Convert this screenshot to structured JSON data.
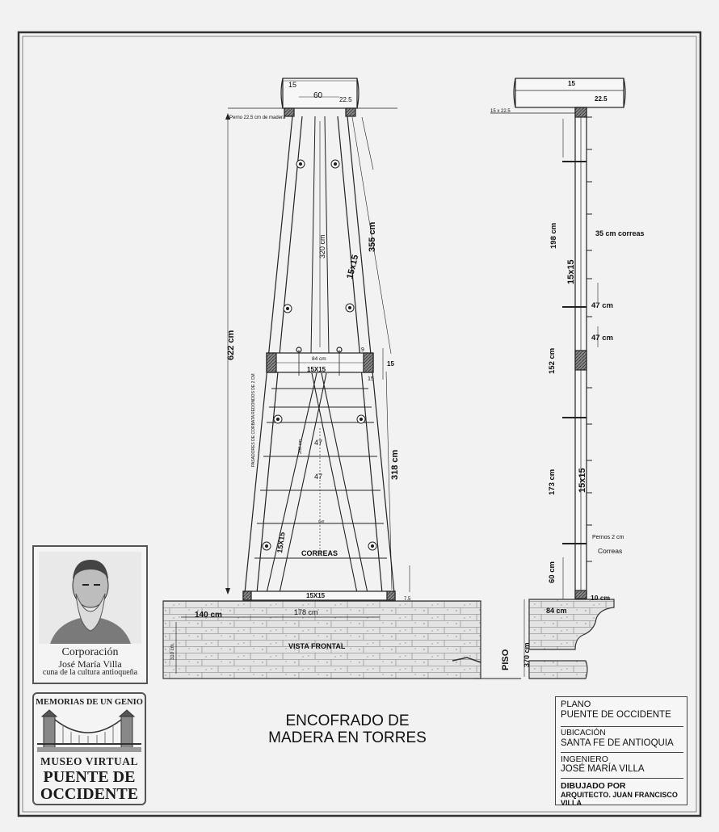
{
  "title": {
    "line1": "ENCOFRADO DE",
    "line2": "MADERA EN TORRES"
  },
  "title_block": {
    "plano_label": "PLANO",
    "plano_value": "PUENTE DE  OCCIDENTE",
    "ubicacion_label": "UBICACIÓN",
    "ubicacion_value": "SANTA FE DE ANTIOQUIA",
    "ingeniero_label": "INGENIERO",
    "ingeniero_value": "JOSÉ MARÍA VILLA",
    "dibujado_label": "DIBUJADO POR",
    "dibujado_value": "ARQUITECTO. JUAN FRANCISCO VILLA"
  },
  "portrait_logo": {
    "line1": "Corporación",
    "line2": "José María Villa",
    "line3": "cuna de la cultura antioqueña"
  },
  "museo_logo": {
    "top": "MEMORIAS DE UN GENIO",
    "mid": "MUSEO VIRTUAL",
    "big1": "PUENTE DE",
    "big2": "OCCIDENTE"
  },
  "front_view": {
    "top_15": "15",
    "top_60": "60",
    "top_225": "22.5",
    "perno_note": "Perno 22.5 cm de madera",
    "dim_622": "622 cm",
    "dim_355": "355 cm",
    "dim_320": "320 cm",
    "label_15x15_upper": "15x15",
    "dim_84": "84 cm",
    "beam_15x15_mid": "15X15",
    "dim_9": "9",
    "dim_15_right": "15",
    "dim_15_small": "15",
    "pasadores_note": "PASADORES DE CORBATA REDONDOS DE 2 CM",
    "dim_200": "200 cm",
    "dim_47a": "47",
    "dim_47b": "47",
    "dim_318": "318 cm",
    "small_label": "0x0",
    "label_15x15_lower": "15X15",
    "correas": "CORREAS",
    "beam_15x15_base": "15X15",
    "dim_75": "7.5",
    "dim_140": "140 cm",
    "dim_178": "178 cm",
    "dim_310": "310 cm",
    "vista_frontal": "VISTA FRONTAL",
    "piso": "PISO"
  },
  "side_view": {
    "top_15": "15",
    "top_225": "22.5",
    "beam_size": "15 x 22.5",
    "dim_198": "198 cm",
    "correas_35": "35 cm correas",
    "label_15x15_a": "15x15",
    "dim_47a": "47 cm",
    "dim_47b": "47 cm",
    "dim_152": "152 cm",
    "dim_173": "173 cm",
    "label_15x15_b": "15x15",
    "pernos": "Pernos 2 cm",
    "correas": "Correas",
    "dim_60": "60 cm",
    "dim_10": "10 cm",
    "dim_84": "84 cm",
    "dim_370": "370 cm"
  },
  "colors": {
    "line": "#222222",
    "paper": "#f2f2f2",
    "masonry": "#e2e2e2",
    "dark_block": "#555555"
  }
}
